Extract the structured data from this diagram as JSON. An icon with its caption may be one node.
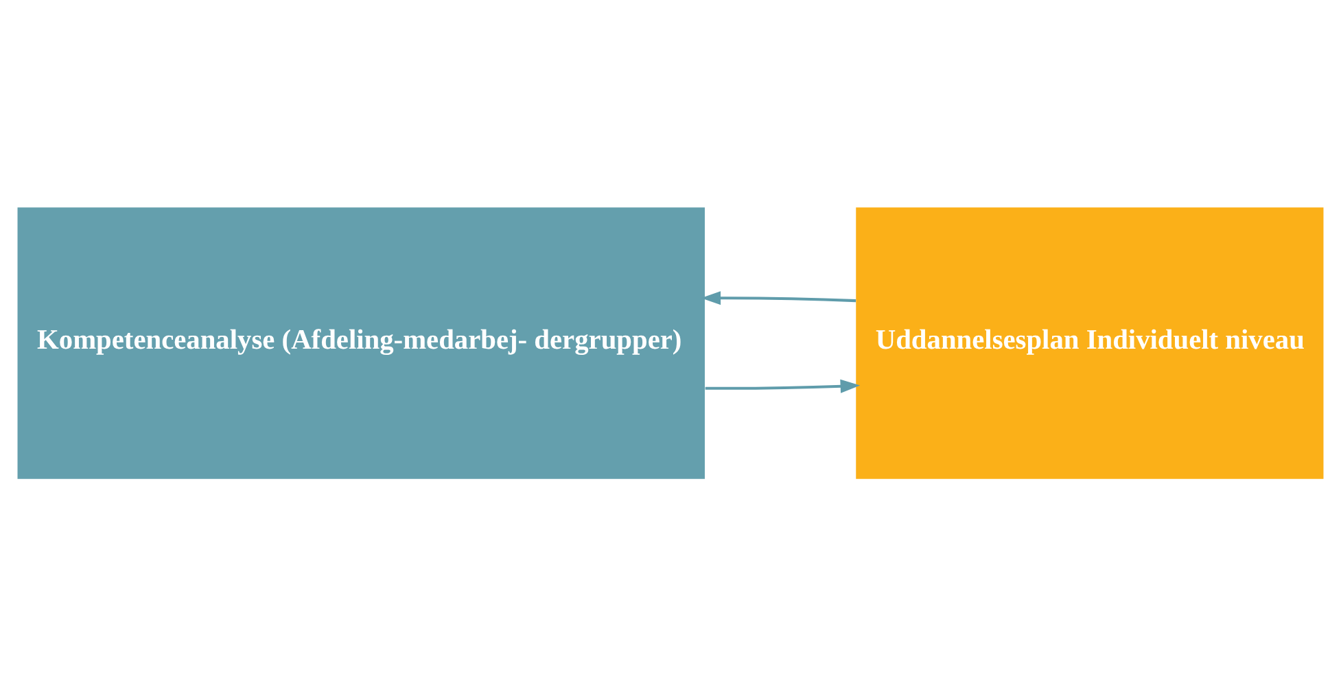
{
  "diagram": {
    "nodes": [
      {
        "text": [
          "Kompetenceanalyse (Afdeling-medarbej- dergrupper)"
        ]
      },
      {
        "text": [
          "Uddannelsesplan Individuelt niveau"
        ]
      }
    ],
    "edges": [
      {
        "from": 0,
        "to": 1,
        "arrow": "to"
      },
      {
        "from": 1,
        "to": 0,
        "arrow": "to"
      }
    ]
  }
}
